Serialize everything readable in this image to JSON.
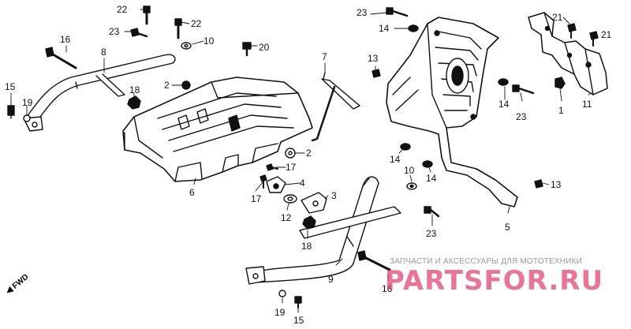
{
  "callouts": [
    {
      "id": "c22a",
      "label": "22"
    },
    {
      "id": "c22b",
      "label": "22"
    },
    {
      "id": "c23a",
      "label": "23"
    },
    {
      "id": "c10a",
      "label": "10"
    },
    {
      "id": "c20",
      "label": "20"
    },
    {
      "id": "c16a",
      "label": "16"
    },
    {
      "id": "c8",
      "label": "8"
    },
    {
      "id": "c15a",
      "label": "15"
    },
    {
      "id": "c19a",
      "label": "19"
    },
    {
      "id": "c18a",
      "label": "18"
    },
    {
      "id": "c2a",
      "label": "2"
    },
    {
      "id": "c7",
      "label": "7"
    },
    {
      "id": "c13a",
      "label": "13"
    },
    {
      "id": "c23b",
      "label": "23"
    },
    {
      "id": "c14a",
      "label": "14"
    },
    {
      "id": "c21a",
      "label": "21"
    },
    {
      "id": "c21b",
      "label": "21"
    },
    {
      "id": "c14b",
      "label": "14"
    },
    {
      "id": "c23c",
      "label": "23"
    },
    {
      "id": "c1",
      "label": "1"
    },
    {
      "id": "c11",
      "label": "11"
    },
    {
      "id": "c2b",
      "label": "2"
    },
    {
      "id": "c17a",
      "label": "17"
    },
    {
      "id": "c4",
      "label": "4"
    },
    {
      "id": "c17b",
      "label": "17"
    },
    {
      "id": "c3",
      "label": "3"
    },
    {
      "id": "c12",
      "label": "12"
    },
    {
      "id": "c6",
      "label": "6"
    },
    {
      "id": "c14c",
      "label": "14"
    },
    {
      "id": "c10b",
      "label": "10"
    },
    {
      "id": "c14d",
      "label": "14"
    },
    {
      "id": "c13b",
      "label": "13"
    },
    {
      "id": "c23d",
      "label": "23"
    },
    {
      "id": "c5",
      "label": "5"
    },
    {
      "id": "c18b",
      "label": "18"
    },
    {
      "id": "c9",
      "label": "9"
    },
    {
      "id": "c16b",
      "label": "16"
    },
    {
      "id": "c19b",
      "label": "19"
    },
    {
      "id": "c15b",
      "label": "15"
    }
  ],
  "watermark": {
    "caption": "ЗАПЧАСТИ И АКСЕССУАРЫ ДЛЯ МОТОТЕХНИКИ",
    "logo": "PARTSFOR.RU",
    "caption_color": "#9a9a9a",
    "logo_color": "#e23a6a"
  },
  "fwd_label": "FWD",
  "colors": {
    "line": "#111111",
    "background": "#ffffff"
  }
}
